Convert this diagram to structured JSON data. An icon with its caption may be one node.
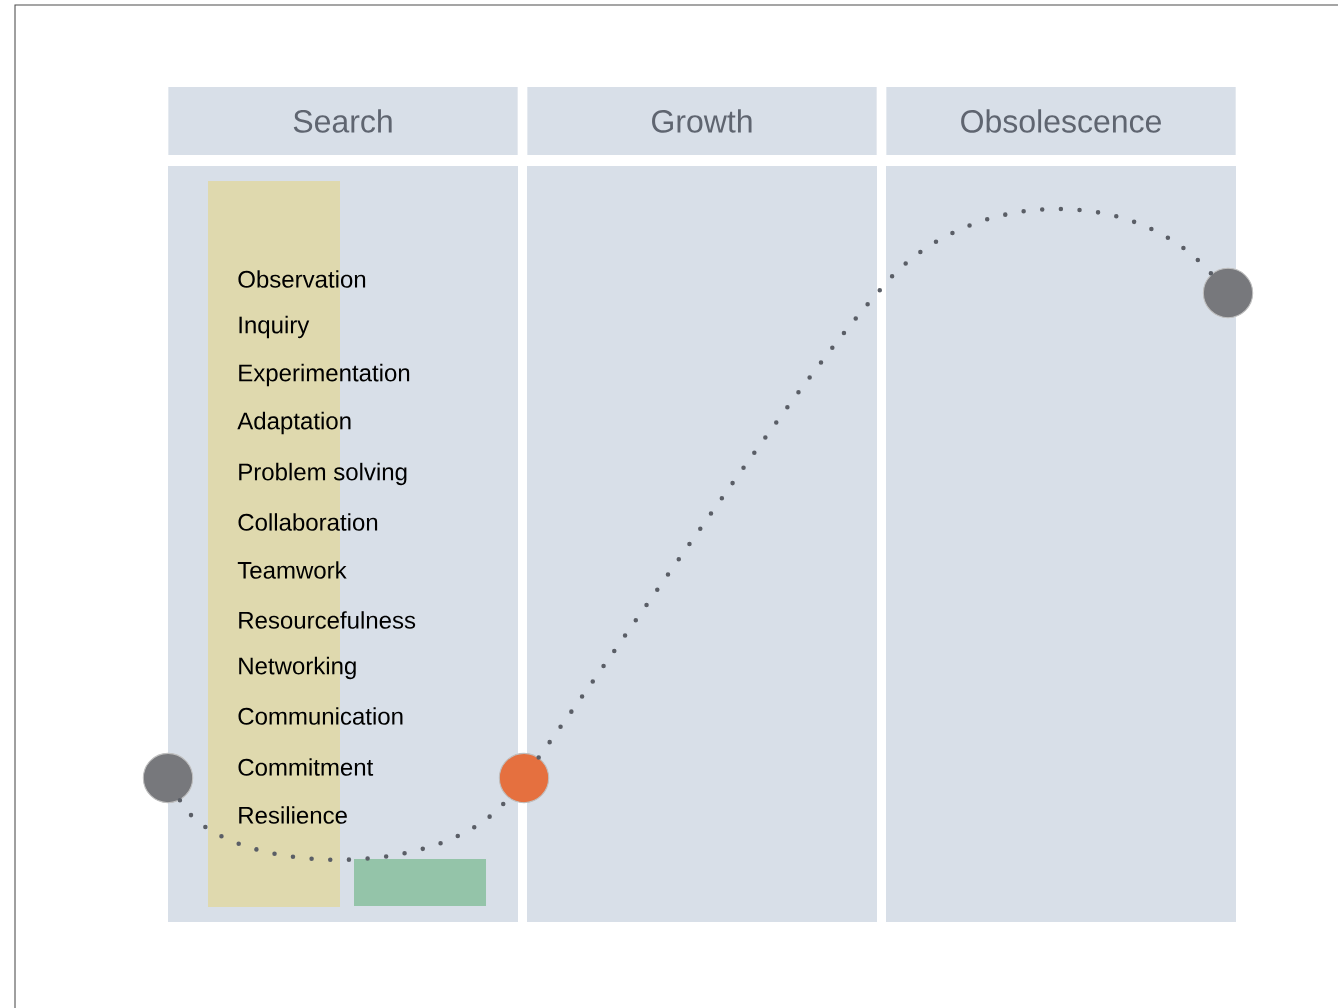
{
  "diagram": {
    "nodes": [
      {
        "text": [
          "Search"
        ]
      },
      {
        "text": [
          "Growth"
        ]
      },
      {
        "text": [
          "Obsolescence"
        ]
      },
      {
        "text": [],
        "shape": "circle"
      },
      {
        "text": [],
        "shape": "circle"
      },
      {
        "text": [],
        "shape": "circle"
      }
    ],
    "edges": [
      {
        "from": 3,
        "to": 4,
        "arrow": "none",
        "style": "dashed"
      },
      {
        "from": 4,
        "to": 5,
        "arrow": "none",
        "style": "dashed"
      }
    ],
    "labels": [
      "Observation",
      "Inquiry",
      "Experimentation",
      "Adaptation",
      "Problem solving",
      "Collaboration",
      "Teamwork",
      "Resourcefulness",
      "Networking",
      "Communication",
      "Commitment",
      "Resilience"
    ]
  }
}
